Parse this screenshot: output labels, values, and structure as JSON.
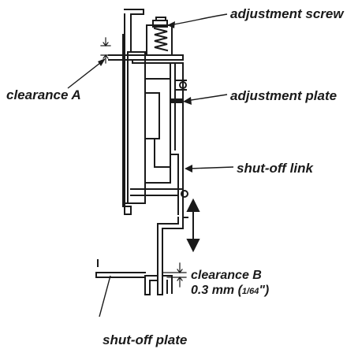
{
  "labels": {
    "adjustment_screw": "adjustment screw",
    "clearance_a": "clearance A",
    "adjustment_plate": "adjustment plate",
    "shutoff_link": "shut-off link",
    "clearance_b": "clearance B",
    "clearance_b_value_mm": "0.3 mm (",
    "clearance_b_value_frac": "1/64",
    "clearance_b_value_close": "\")",
    "shutoff_plate": "shut-off plate"
  },
  "colors": {
    "ink": "#1a1a1a",
    "background": "#ffffff"
  }
}
